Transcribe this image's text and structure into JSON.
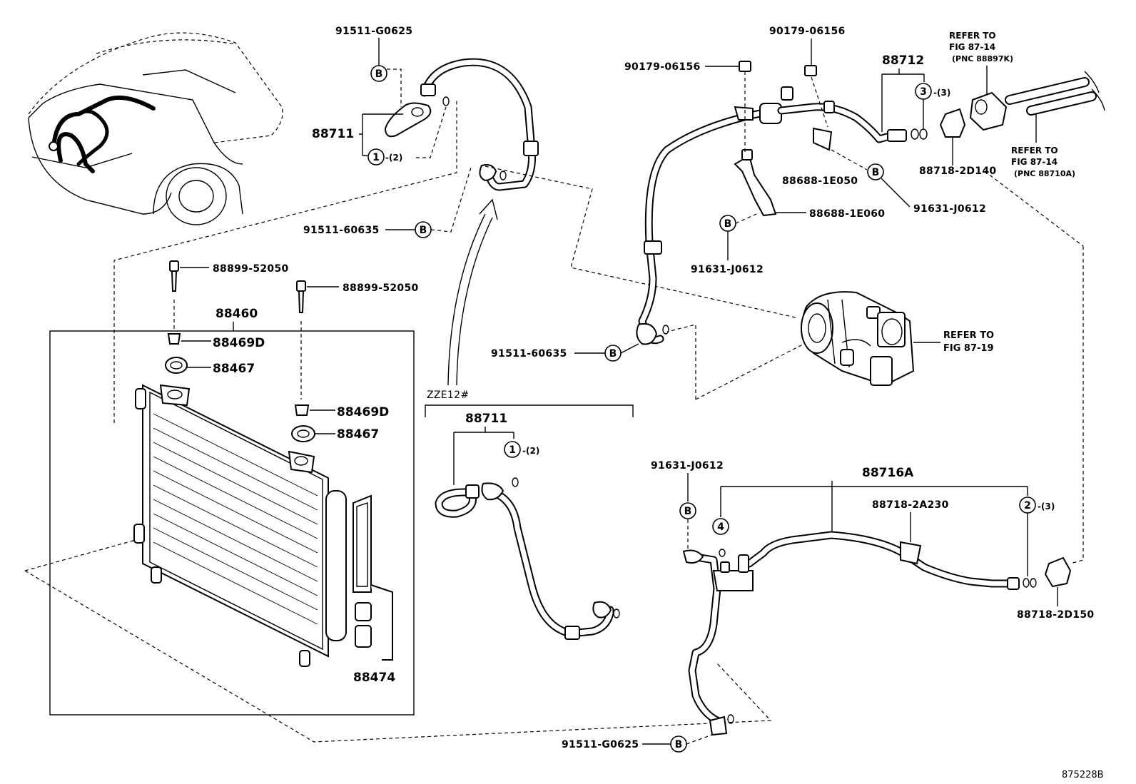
{
  "labels": {
    "p91511_g0625_top": "91511-G0625",
    "p88711_top": "88711",
    "qty2_top": "-(2)",
    "p91511_60635_left": "91511-60635",
    "p88899_a": "88899-52050",
    "p88899_b": "88899-52050",
    "p88460": "88460",
    "p88469d_a": "88469D",
    "p88467_a": "88467",
    "p88469d_b": "88469D",
    "p88467_b": "88467",
    "p88474": "88474",
    "zze12": "ZZE12#",
    "p88711_mid": "88711",
    "qty2_mid": "-(2)",
    "p90179_top": "90179-06156",
    "p90179_left": "90179-06156",
    "p88712": "88712",
    "qty3_top": "-(3)",
    "refer_top_1": "REFER TO",
    "refer_top_2": "FIG 87-14",
    "refer_top_3": "(PNC 88897K)",
    "refer_r_1": "REFER TO",
    "refer_r_2": "FIG 87-14",
    "refer_r_3": "(PNC 88710A)",
    "p88718_2d140": "88718-2D140",
    "p88688_1e050": "88688-1E050",
    "p91631_j0612_r": "91631-J0612",
    "p88688_1e060": "88688-1E060",
    "p91631_j0612_mid": "91631-J0612",
    "p91511_60635_mid": "91511-60635",
    "refer_comp_1": "REFER TO",
    "refer_comp_2": "FIG 87-19",
    "p91631_j0612_bot": "91631-J0612",
    "p88716a": "88716A",
    "p88718_2a230": "88718-2A230",
    "qty3_bot": "-(3)",
    "p88718_2d150": "88718-2D150",
    "p91511_g0625_bot": "91511-G0625",
    "figure_code": "875228B"
  },
  "callouts": {
    "b": "B",
    "one": "1",
    "two": "2",
    "three": "3",
    "four": "4"
  }
}
